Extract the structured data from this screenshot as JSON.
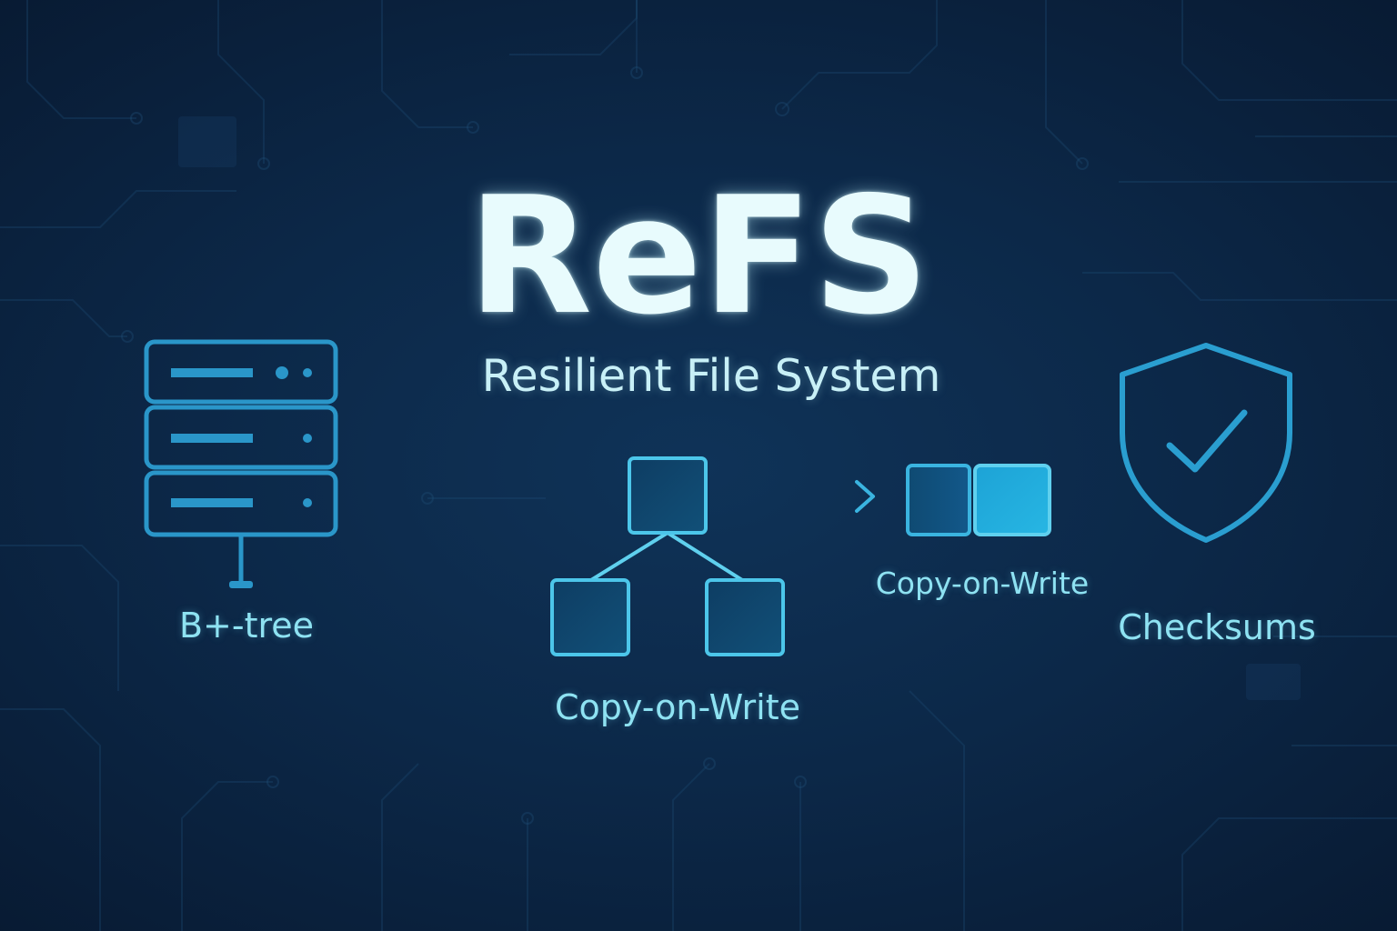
{
  "title": "ReFS",
  "subtitle": "Resilient File System",
  "features": {
    "btree": {
      "label": "B+-tree",
      "icon": "server-rack-icon"
    },
    "cow_tree": {
      "label": "Copy-on-Write",
      "icon": "tree-nodes-icon"
    },
    "cow_blocks": {
      "label": "Copy-on-Write",
      "icon": "block-copy-icon"
    },
    "checksums": {
      "label": "Checksums",
      "icon": "shield-check-icon"
    }
  },
  "colors": {
    "background": "#0b2442",
    "title": "#e8fbfd",
    "accent": "#2aa3d1",
    "label": "#8ee2f2"
  }
}
